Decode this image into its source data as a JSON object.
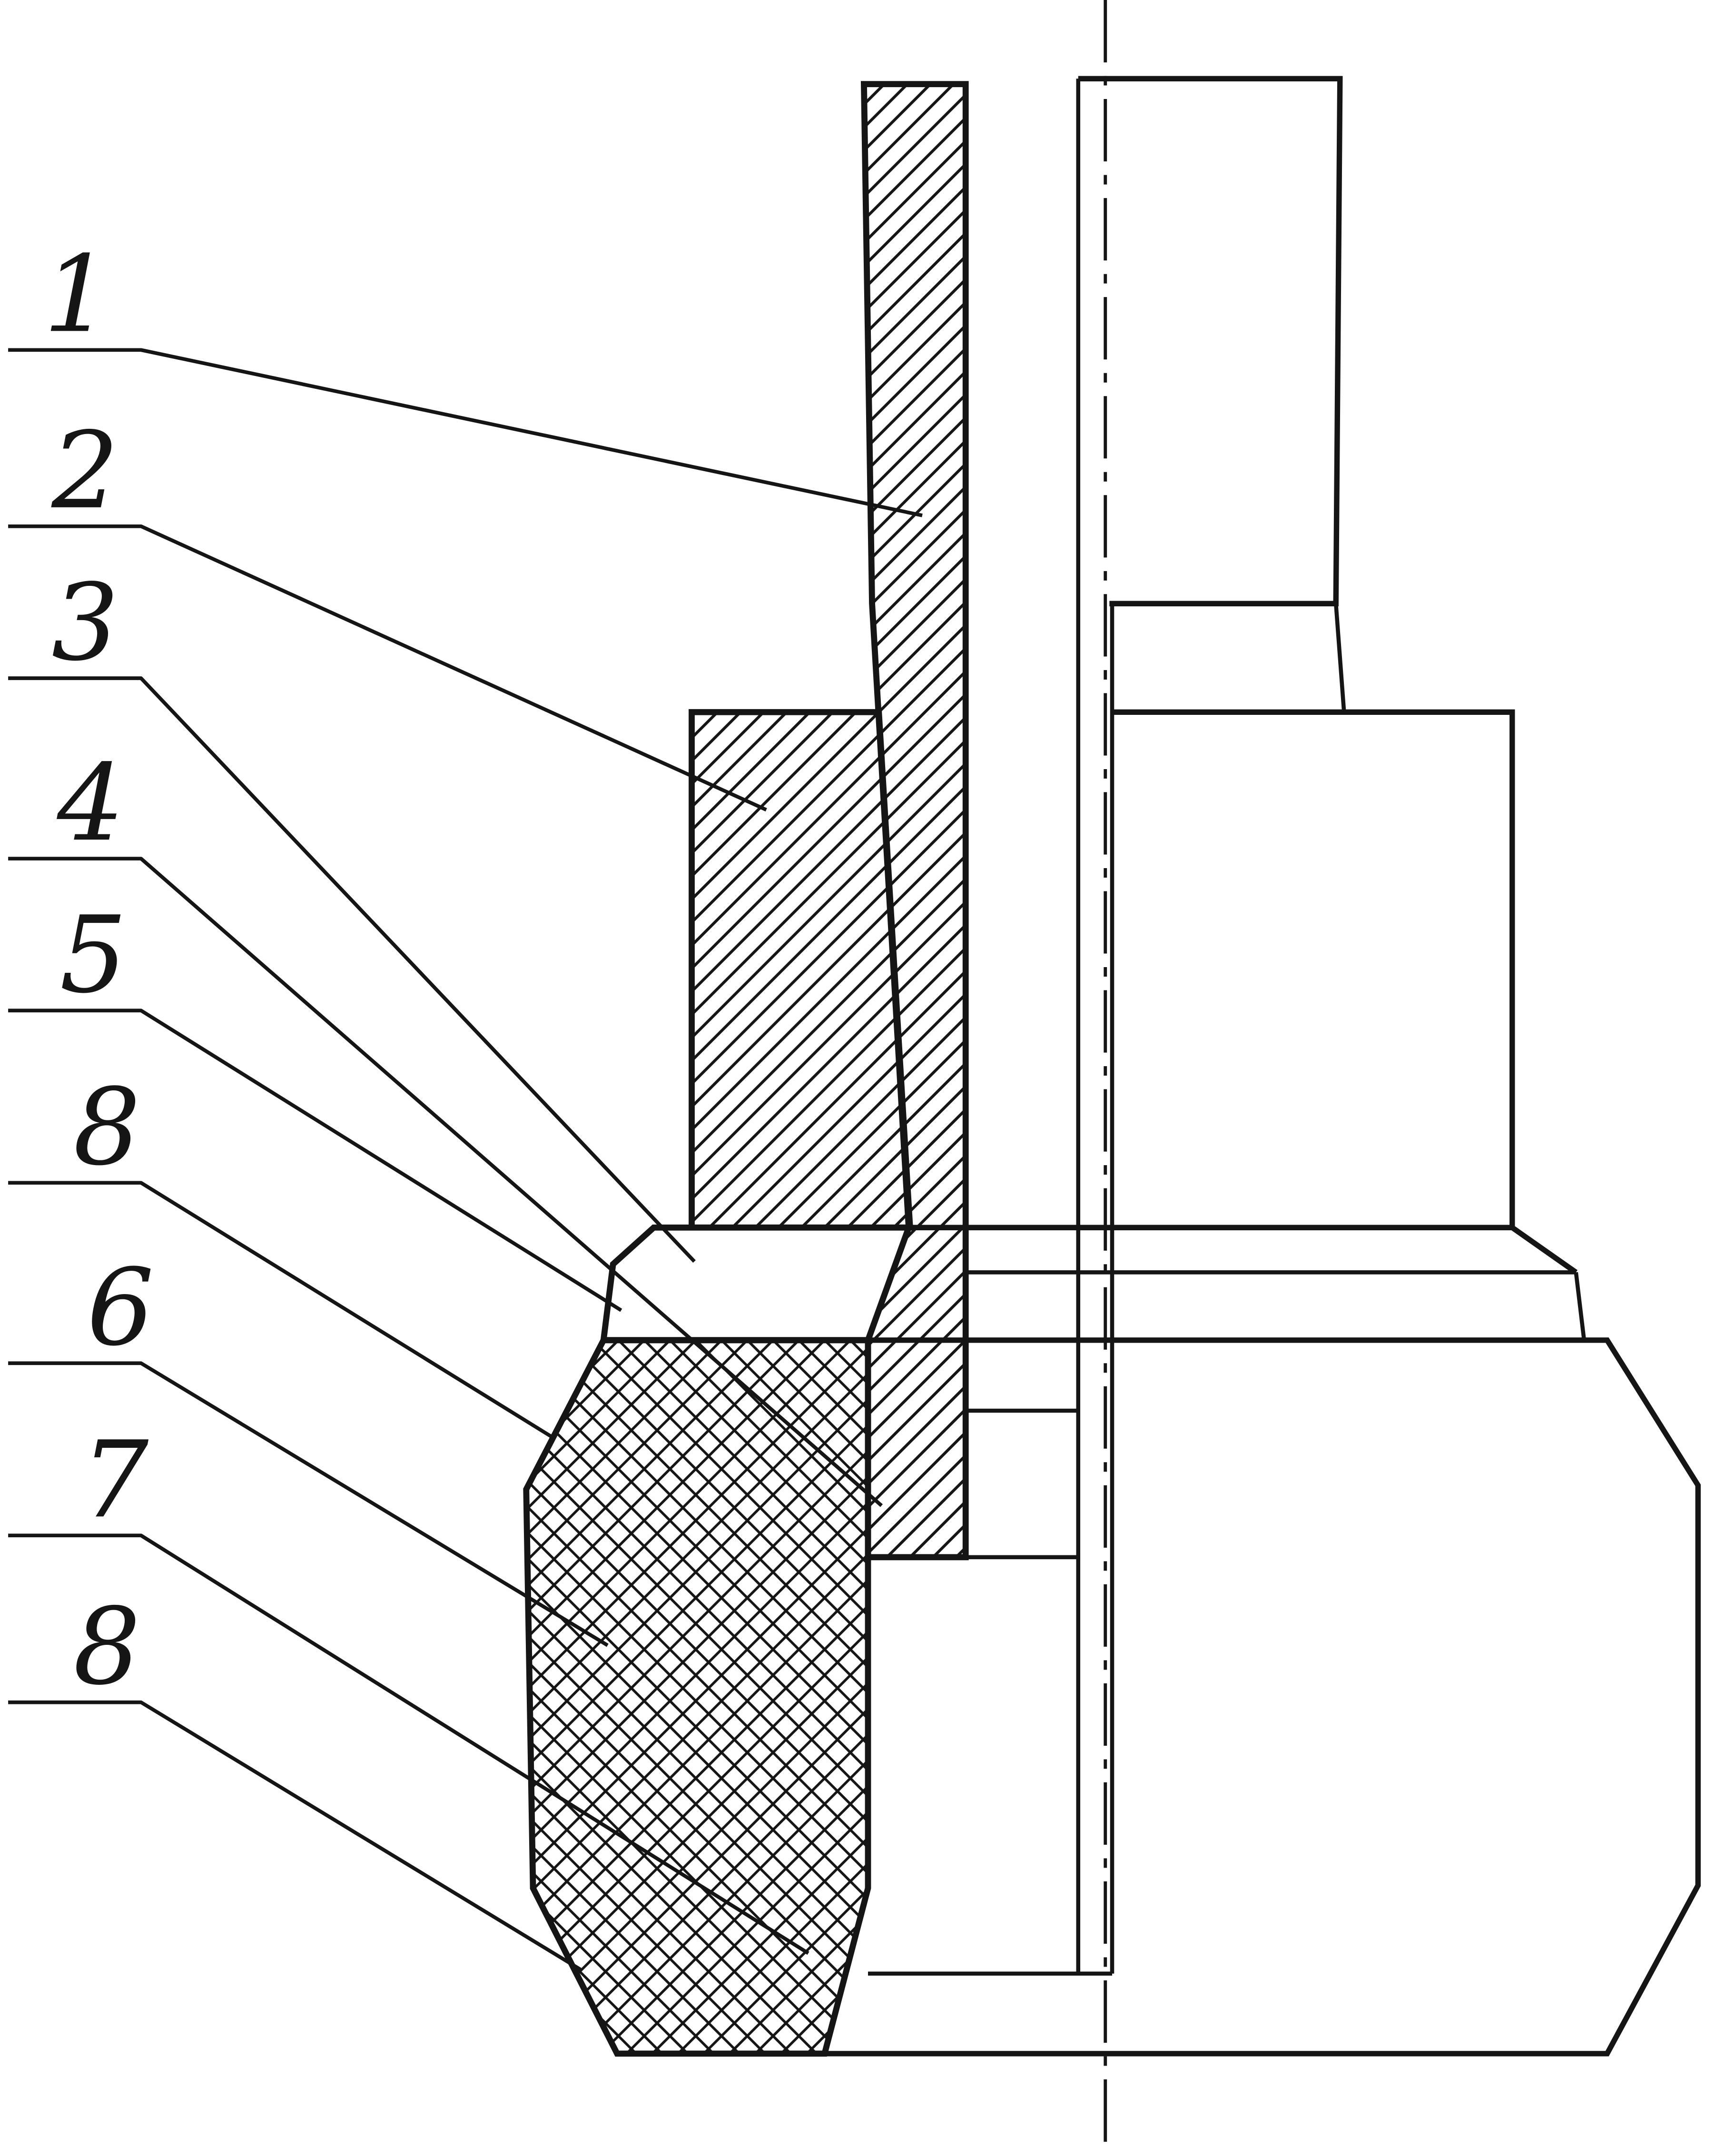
{
  "drawing": {
    "background_color": "#ffffff",
    "line_color": "#151515"
  },
  "labels": [
    {
      "text": "1"
    },
    {
      "text": "2"
    },
    {
      "text": "3"
    },
    {
      "text": "4"
    },
    {
      "text": "5"
    },
    {
      "text": "8"
    },
    {
      "text": "6"
    },
    {
      "text": "7"
    },
    {
      "text": "8"
    }
  ]
}
